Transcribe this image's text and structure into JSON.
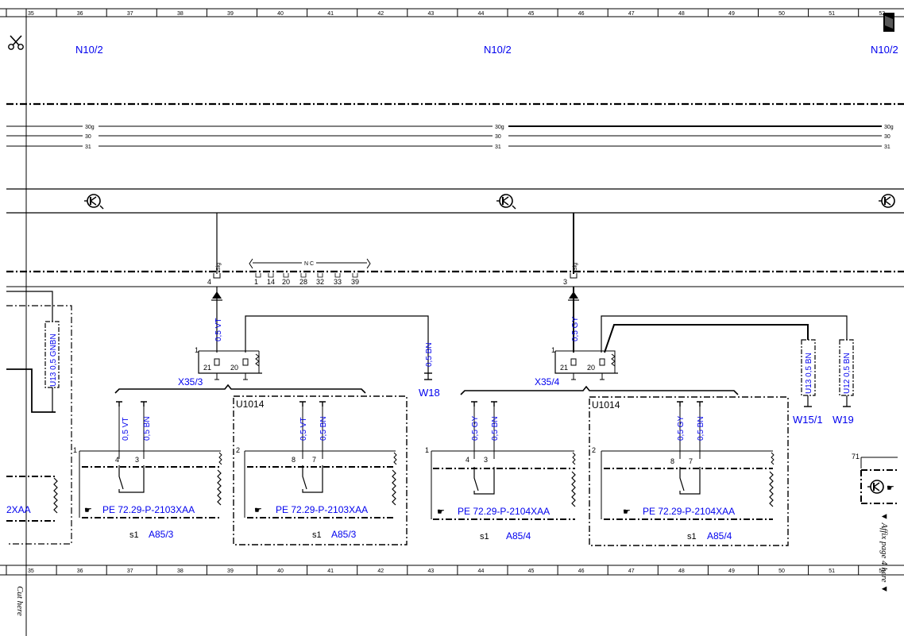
{
  "ruler": {
    "labels": [
      "35",
      "36",
      "37",
      "38",
      "39",
      "40",
      "41",
      "42",
      "43",
      "44",
      "45",
      "46",
      "47",
      "48",
      "49",
      "50",
      "51",
      "52"
    ]
  },
  "icons": {
    "cut": "scissors-icon",
    "ground": "ground-symbol-icon",
    "reference": "pointing-hand-icon",
    "marker": "page-marker-icon"
  },
  "colors": {
    "reference_text": "#0000ee",
    "lines": "#000000"
  },
  "modules": {
    "n10_2_labels": [
      "N10/2",
      "N10/2",
      "N10/2"
    ]
  },
  "buses": {
    "top": [
      "30g",
      "30",
      "31"
    ],
    "top_mid": [
      "30g",
      "30",
      "31"
    ],
    "top_right": [
      "30g",
      "30",
      "31"
    ]
  },
  "connector_bar": {
    "sig_left": "Sig",
    "sig_right": "Sig",
    "pin_left": "4",
    "pin_right": "3",
    "nc_label": "N C",
    "nc_pins": [
      "1",
      "14",
      "20",
      "28",
      "32",
      "33",
      "39"
    ]
  },
  "left_section": {
    "wire_main": "0,5 VT",
    "wire_ground": "0,5 BN",
    "wire_ground_dest": "W18",
    "wire_u13": "U13 0,5 GNBN",
    "connector_pin": "1",
    "connector_pins": [
      "21",
      "20"
    ],
    "connector_name": "X35/3",
    "group_label": "U1014",
    "sw1": {
      "num": "1",
      "w1": "0,5 VT",
      "w2": "0,5 BN",
      "p1": "4",
      "p2": "3",
      "ref": "PE 72.29-P-2103XAA",
      "s": "s1",
      "part": "A85/3"
    },
    "sw2": {
      "num": "2",
      "w1": "0,5 VT",
      "w2": "0,5 BN",
      "p1": "8",
      "p2": "7",
      "ref": "PE 72.29-P-2103XAA",
      "s": "s1",
      "part": "A85/3"
    },
    "left_cut_ref": "2XAA"
  },
  "right_section": {
    "wire_main": "0,5 GY",
    "wire_u13": "U13 0,5 BN",
    "wire_u13_dest": "W15/1",
    "wire_u12": "U12 0,5 BN",
    "wire_u12_dest": "W19",
    "connector_pin": "1",
    "connector_pins": [
      "21",
      "20"
    ],
    "connector_name": "X35/4",
    "group_label": "U1014",
    "sw1": {
      "num": "1",
      "w1": "0,5 GY",
      "w2": "0,5 BN",
      "p1": "4",
      "p2": "3",
      "ref": "PE 72.29-P-2104XAA",
      "s": "s1",
      "part": "A85/4"
    },
    "sw2": {
      "num": "2",
      "w1": "0,5 GY",
      "w2": "0,5 BN",
      "p1": "8",
      "p2": "7",
      "ref": "PE 72.29-P-2104XAA",
      "s": "s1",
      "part": "A85/4"
    },
    "edge_num": "71"
  },
  "margin_text": {
    "cut_here": "Cut here",
    "affix": "▼ Affix page 4 here ▼"
  }
}
